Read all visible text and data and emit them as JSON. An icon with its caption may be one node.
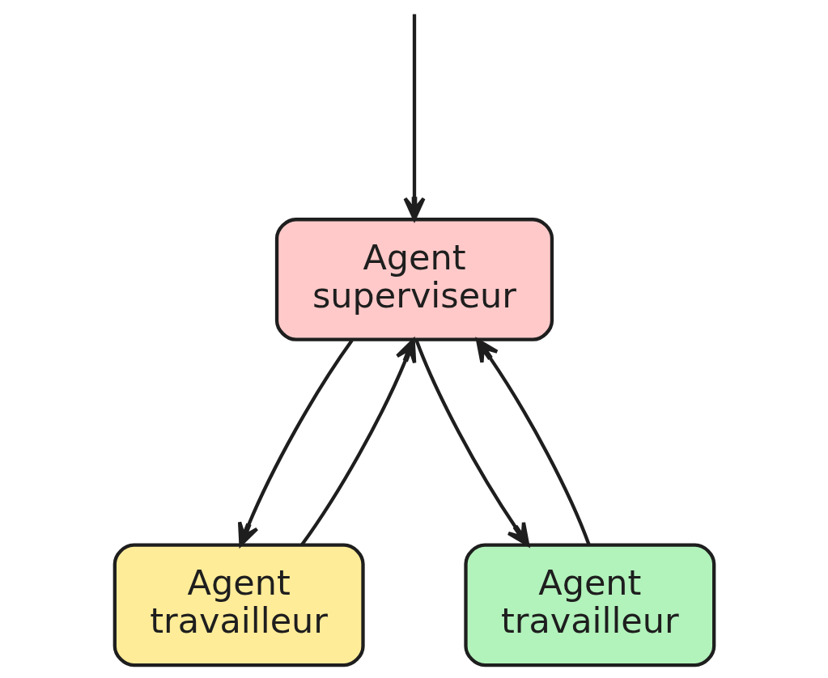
{
  "diagram": {
    "nodes": [
      {
        "text": [
          "Agent superviseur"
        ]
      },
      {
        "text": [
          "Agent travailleur"
        ]
      },
      {
        "text": [
          "Agent travailleur"
        ]
      }
    ],
    "edges": [
      {
        "from": null,
        "to": 0,
        "arrow": "to"
      },
      {
        "from": 0,
        "to": 1,
        "arrow": "to"
      },
      {
        "from": 1,
        "to": 0,
        "arrow": "to"
      },
      {
        "from": 0,
        "to": 2,
        "arrow": "to"
      },
      {
        "from": 2,
        "to": 0,
        "arrow": "to"
      }
    ]
  }
}
